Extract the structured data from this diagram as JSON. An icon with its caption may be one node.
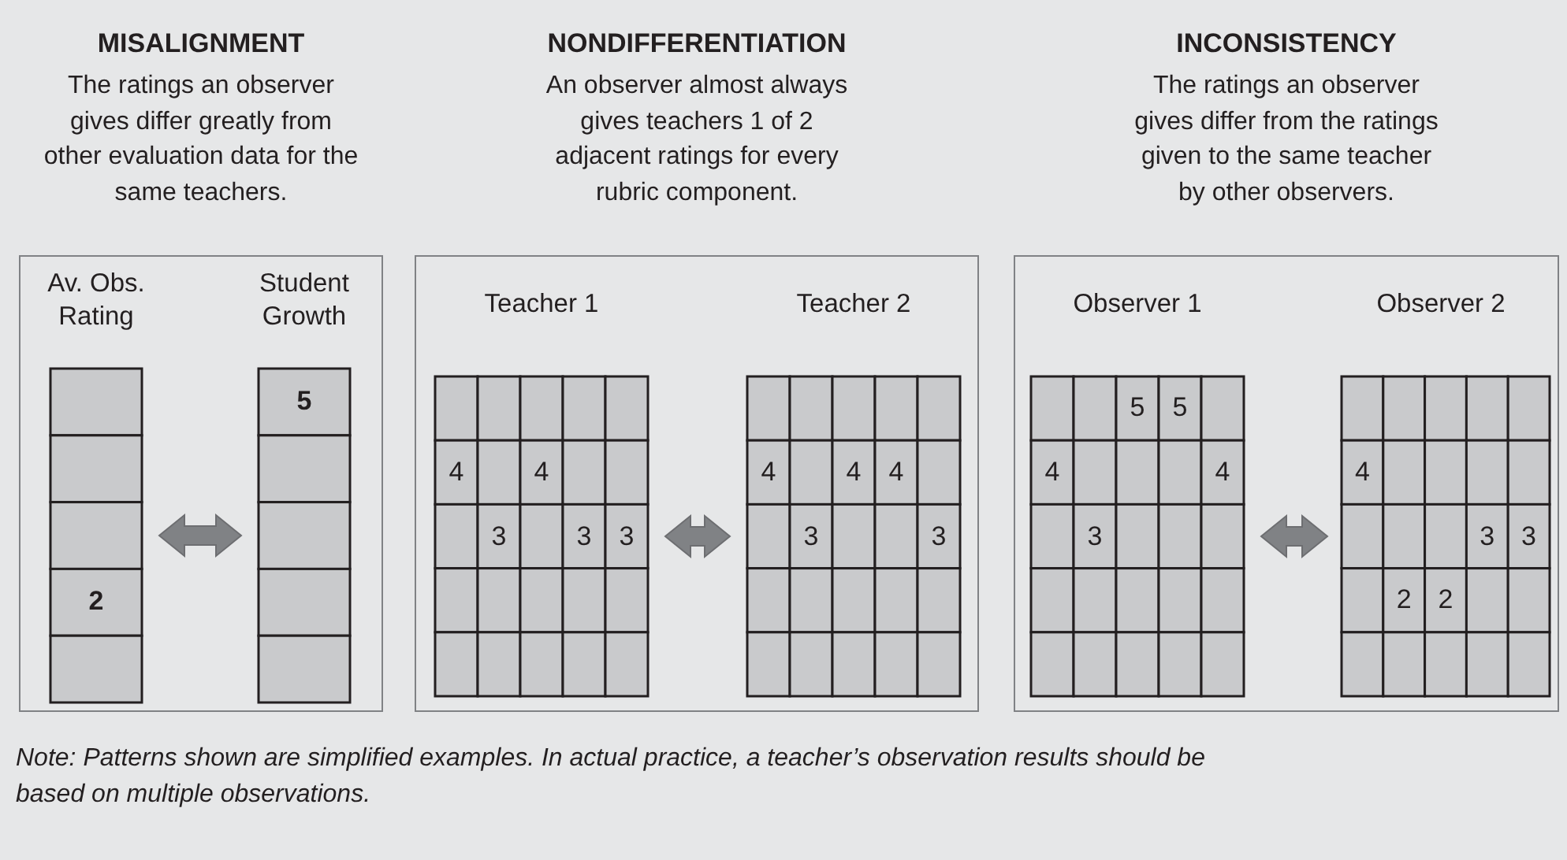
{
  "diagram": {
    "caption": "Note: Patterns shown are simplified examples. In actual practice, a teacher’s observation results should be based on multiple observations.",
    "nodes": [
      {
        "text": [
          "MISALIGNMENT",
          "The ratings an observer gives differ greatly from other evaluation data for the same teachers."
        ]
      },
      {
        "text": [
          "Av. Obs. Rating"
        ],
        "in": 0
      },
      {
        "text": [
          "Student Growth"
        ],
        "in": 0
      },
      {
        "text": [
          "NONDIFFERENTIATION",
          "An observer almost always gives teachers 1 of 2 adjacent ratings for every rubric component."
        ]
      },
      {
        "text": [
          "Teacher 1"
        ],
        "in": 3
      },
      {
        "text": [
          "Teacher 2"
        ],
        "in": 3
      },
      {
        "text": [
          "INCONSISTENCY",
          "The ratings an observer gives differ from the ratings given to the same teacher by other observers."
        ]
      },
      {
        "text": [
          "Observer 1"
        ],
        "in": 6
      },
      {
        "text": [
          "Observer 2"
        ],
        "in": 6
      }
    ],
    "edges": [
      {
        "from": 1,
        "to": 2,
        "arrow": "both",
        "style": "thick"
      },
      {
        "from": 4,
        "to": 5,
        "arrow": "both",
        "style": "thick"
      },
      {
        "from": 7,
        "to": 8,
        "arrow": "both",
        "style": "thick"
      }
    ],
    "labels": [
      "2",
      "5",
      "4",
      "4",
      "3",
      "3",
      "3",
      "4",
      "4",
      "4",
      "3",
      "3",
      "5",
      "5",
      "4",
      "4",
      "3",
      "4",
      "3",
      "3",
      "2",
      "2"
    ]
  }
}
